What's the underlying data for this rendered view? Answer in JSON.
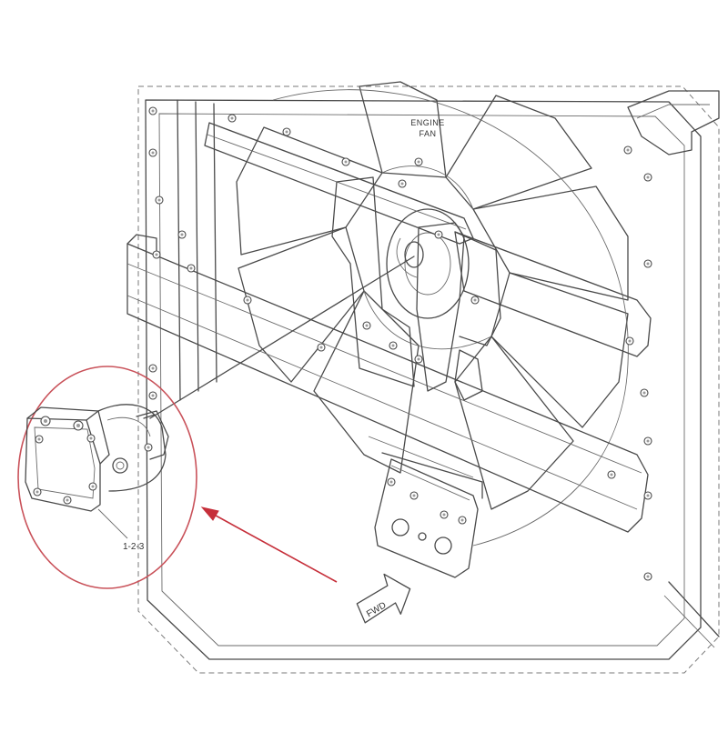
{
  "labels": {
    "engine_fan_line1": "ENGINE",
    "engine_fan_line2": "FAN",
    "part_number": "1-2-3",
    "forward": "FWD"
  },
  "colors": {
    "line": "#4a4a4a",
    "callout_circle": "#c9525a",
    "arrow": "#c62f3a",
    "background": "#ffffff"
  }
}
